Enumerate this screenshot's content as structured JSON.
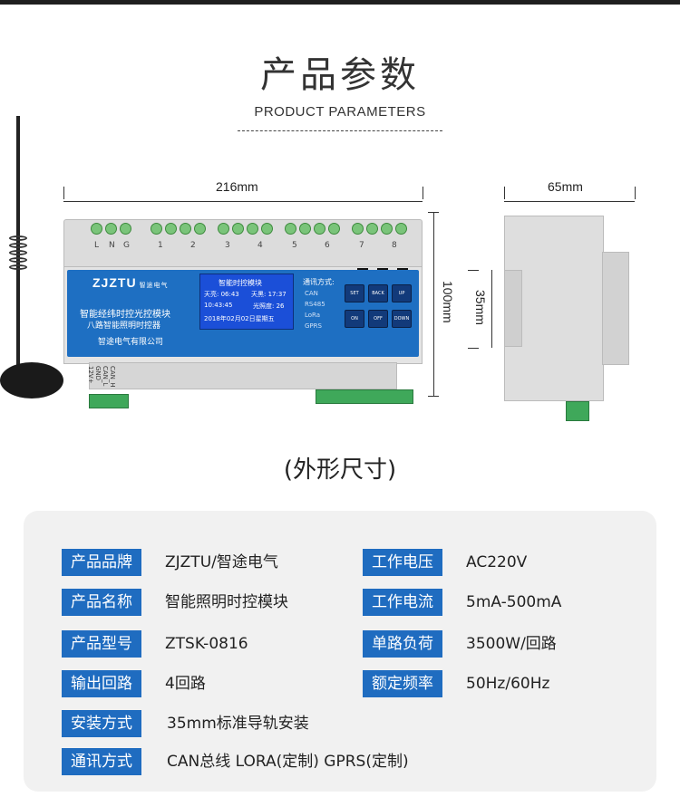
{
  "header": {
    "title": "产品参数",
    "subtitle": "PRODUCT PARAMETERS"
  },
  "dimensions": {
    "width_front": "216mm",
    "height": "100mm",
    "width_side": "65mm",
    "rail": "35mm"
  },
  "device": {
    "terminal_labels_top": [
      "L",
      "N",
      "G",
      "1",
      "2",
      "3",
      "4",
      "5",
      "6",
      "7",
      "8"
    ],
    "brand": "ZJZTU",
    "brand_small": "智途电气",
    "line1": "智能经纬时控光控模块",
    "line2": "八路智能照明时控器",
    "line3": "智途电气有限公司",
    "lcd": {
      "title": "智能时控模块",
      "sunrise": "天亮: 06:43",
      "sunset": "天黑: 17:37",
      "time": "10:43:45",
      "lux": "光照度: 26",
      "date": "2018年02月02日星期五"
    },
    "comm_title": "通讯方式:",
    "comm_items": [
      "CAN",
      "RS485",
      "LoRa",
      "GPRS"
    ],
    "buttons": [
      "SET",
      "BACK",
      "UP",
      "ON",
      "OFF",
      "DOWN"
    ],
    "left_labels": [
      "12V+",
      "GND",
      "CAN_L",
      "CAN_H"
    ]
  },
  "caption": "(外形尺寸)",
  "specs": [
    {
      "label": "产品品牌",
      "value": "ZJZTU/智途电气"
    },
    {
      "label": "工作电压",
      "value": "AC220V"
    },
    {
      "label": "产品名称",
      "value": "智能照明时控模块"
    },
    {
      "label": "工作电流",
      "value": "5mA-500mA"
    },
    {
      "label": "产品型号",
      "value": "ZTSK-0816"
    },
    {
      "label": "单路负荷",
      "value": "3500W/回路"
    },
    {
      "label": "输出回路",
      "value": "4回路"
    },
    {
      "label": "额定频率",
      "value": "50Hz/60Hz"
    },
    {
      "label": "安装方式",
      "value": "35mm标准导轨安装"
    },
    {
      "label": "通讯方式",
      "value": "CAN总线 LORA(定制) GPRS(定制)"
    }
  ],
  "colors": {
    "tag_bg": "#1f6cc0",
    "panel_blue": "#1e6fc2",
    "terminal_green": "#3fa85a"
  }
}
